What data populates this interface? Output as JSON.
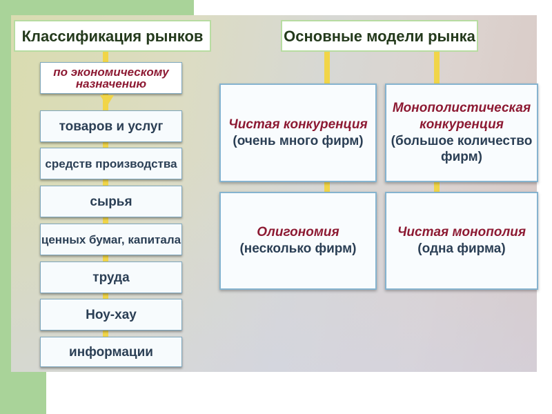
{
  "left_title": "Классификация рынков",
  "right_title": "Основные модели рынка",
  "classification": {
    "header": "по экономическому назначению",
    "items": [
      "товаров и услуг",
      "средств производства",
      "сырья",
      "ценных бумаг, капитала",
      "труда",
      "Ноу-хау",
      "информации"
    ]
  },
  "models": [
    {
      "name": "Чистая  конкуренция",
      "desc": "(очень много фирм)"
    },
    {
      "name": "Монополистическая конкуренция",
      "desc": "(большое количество фирм)"
    },
    {
      "name": "Олигономия",
      "desc": "(несколько фирм)"
    },
    {
      "name": "Чистая  монополия",
      "desc": "(одна фирма)"
    }
  ],
  "colors": {
    "accent_yellow": "#f1d548",
    "title_text": "#243a1c",
    "model_name": "#8d1a33",
    "item_text": "#2b3f55",
    "side_green": "#a9d399"
  }
}
